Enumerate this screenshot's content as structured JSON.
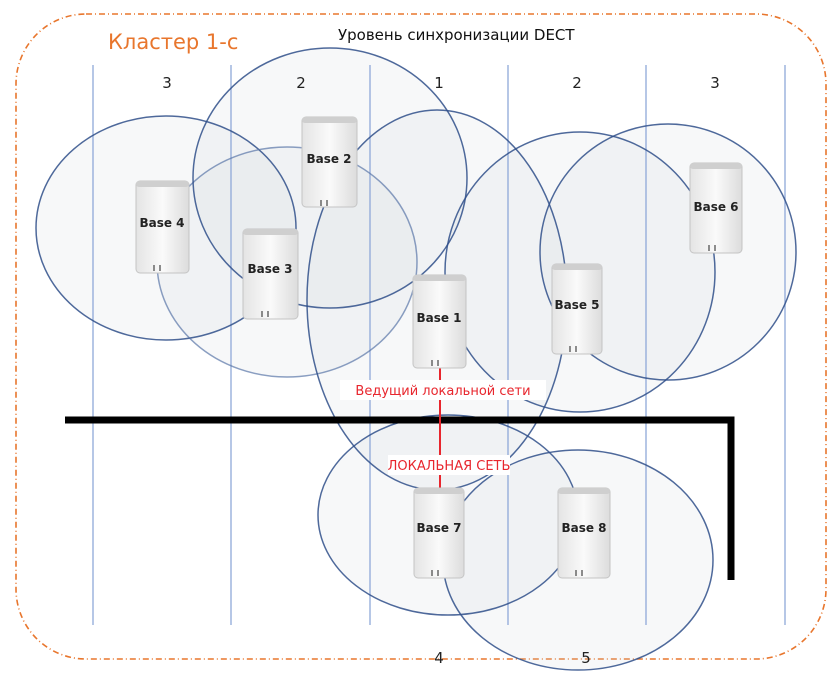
{
  "diagram": {
    "cluster_title": "Кластер 1-с",
    "sync_title": "Уровень синхронизации DECT",
    "sync_levels_top": [
      "3",
      "2",
      "1",
      "2",
      "3"
    ],
    "sync_levels_bottom": [
      "4",
      "5"
    ],
    "bases": {
      "base1": "Base 1",
      "base2": "Base 2",
      "base3": "Base 3",
      "base4": "Base 4",
      "base5": "Base 5",
      "base6": "Base 6",
      "base7": "Base 7",
      "base8": "Base 8"
    },
    "lan_master_label": "Ведущий локальной сети",
    "lan_label": "ЛОКАЛЬНАЯ СЕТЬ"
  },
  "colors": {
    "cluster_border": "#e8762d",
    "coverage_circle_stroke": "#2f4f8a",
    "coverage_fill": "#d0d4da",
    "zone_line": "#8fa9d8",
    "wall": "#000000",
    "lan_line": "#e8262d",
    "label_red": "#e8262d"
  }
}
